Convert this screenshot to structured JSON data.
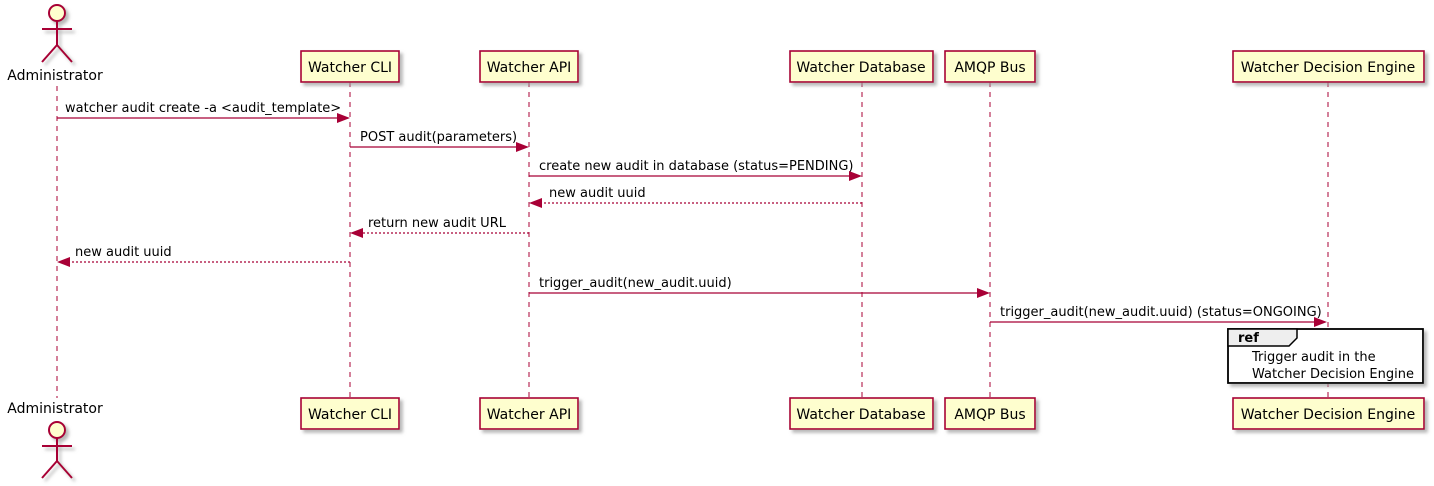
{
  "diagram": {
    "kind": "uml-sequence-diagram",
    "colors": {
      "accent": "#A80036",
      "participant_fill": "#FEFECE",
      "ref_header_fill": "#EEEEEE",
      "ref_body_fill": "#FFFFFF",
      "text": "#000000",
      "background": "#FFFFFF"
    },
    "actor": {
      "name": "Administrator"
    },
    "participants": [
      {
        "label": "Watcher CLI"
      },
      {
        "label": "Watcher API"
      },
      {
        "label": "Watcher Database"
      },
      {
        "label": "AMQP Bus"
      },
      {
        "label": "Watcher Decision Engine"
      }
    ],
    "messages": [
      {
        "from": "Administrator",
        "to": "Watcher CLI",
        "style": "solid",
        "label": "watcher audit create -a <audit_template>"
      },
      {
        "from": "Watcher CLI",
        "to": "Watcher API",
        "style": "solid",
        "label": "POST audit(parameters)"
      },
      {
        "from": "Watcher API",
        "to": "Watcher Database",
        "style": "solid",
        "label": "create new audit in database (status=PENDING)"
      },
      {
        "from": "Watcher Database",
        "to": "Watcher API",
        "style": "dashed",
        "label": "new audit uuid"
      },
      {
        "from": "Watcher API",
        "to": "Watcher CLI",
        "style": "dashed",
        "label": "return new audit URL"
      },
      {
        "from": "Watcher CLI",
        "to": "Administrator",
        "style": "dashed",
        "label": "new audit uuid"
      },
      {
        "from": "Watcher API",
        "to": "AMQP Bus",
        "style": "solid",
        "label": "trigger_audit(new_audit.uuid)"
      },
      {
        "from": "AMQP Bus",
        "to": "Watcher Decision Engine",
        "style": "solid",
        "label": "trigger_audit(new_audit.uuid) (status=ONGOING)"
      }
    ],
    "ref": {
      "keyword": "ref",
      "over": "Watcher Decision Engine",
      "lines": [
        "Trigger audit in the",
        "Watcher Decision Engine"
      ]
    }
  }
}
